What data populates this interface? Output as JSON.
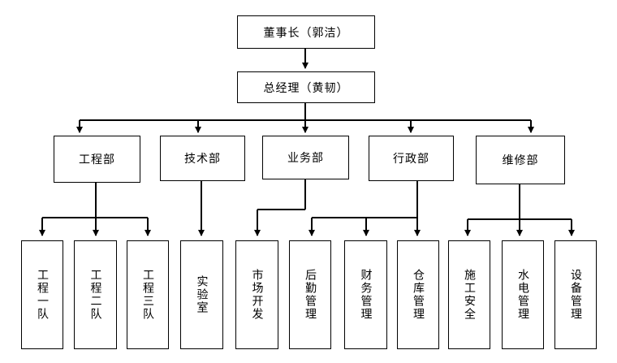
{
  "org_chart": {
    "chairman": "董事长（郭洁）",
    "general_manager": "总经理（黄韧）",
    "departments": [
      {
        "name": "工程部",
        "units": [
          "工程一队",
          "工程二队",
          "工程三队"
        ]
      },
      {
        "name": "技术部",
        "units": [
          "实验室"
        ]
      },
      {
        "name": "业务部",
        "units": [
          "市场开发"
        ]
      },
      {
        "name": "行政部",
        "units": [
          "后勤管理",
          "财务管理",
          "仓库管理"
        ]
      },
      {
        "name": "维修部",
        "units": [
          "施工安全",
          "水电管理",
          "设备管理"
        ]
      }
    ]
  }
}
